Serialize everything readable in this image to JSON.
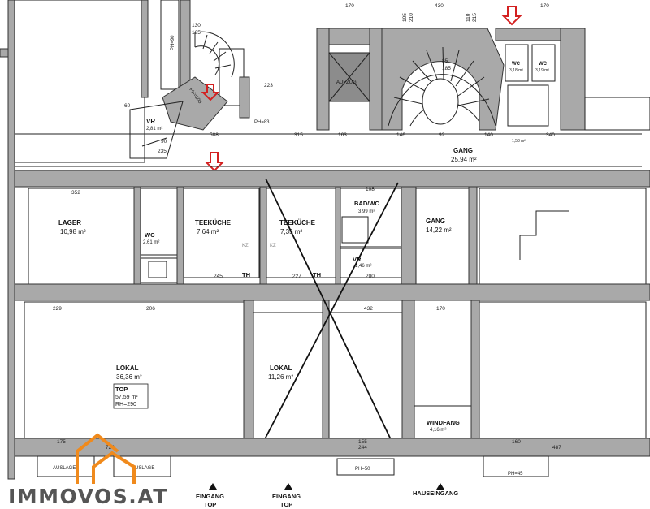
{
  "brand": {
    "name": "IMMOVOS.AT",
    "accent": "#f08a1c"
  },
  "rooms": {
    "lager": {
      "name": "LAGER",
      "area": "10,98 m²"
    },
    "wc_left": {
      "name": "WC",
      "area": "2,61 m²"
    },
    "teekueche1": {
      "name": "TEEKÜCHE",
      "area": "7,64 m²"
    },
    "teekueche2": {
      "name": "TEEKÜCHE",
      "area": "7,35 m²"
    },
    "bad_wc": {
      "name": "BAD/WC",
      "area": "3,99 m²"
    },
    "vr_small": {
      "name": "VR",
      "area": "1,46 m²"
    },
    "gang_mid": {
      "name": "GANG",
      "area": "14,22 m²"
    },
    "gang_top": {
      "name": "GANG",
      "area": "25,94 m²"
    },
    "lokal1": {
      "name": "LOKAL",
      "area": "36,36 m²"
    },
    "lokal2": {
      "name": "LOKAL",
      "area": "11,26 m²"
    },
    "windfang": {
      "name": "WINDFANG",
      "area": "4,16 m²"
    },
    "vr_top": {
      "name": "VR",
      "area": "2,81 m²"
    },
    "aufzug": {
      "name": "AUFZUG"
    },
    "wc_top1": {
      "name": "WC",
      "area": "3,18 m²"
    },
    "wc_top2": {
      "name": "WC",
      "area": "3,19 m²"
    },
    "small_area": {
      "area": "1,58 m²"
    }
  },
  "top": {
    "name": "TOP",
    "area": "57,59 m²",
    "rh": "RH=290"
  },
  "entrances": {
    "e1_line1": "EINGANG",
    "e1_line2": "TOP",
    "e2_line1": "EINGANG",
    "e2_line2": "TOP",
    "haus": "HAUSEINGANG"
  },
  "labels": {
    "auslage1": "AUSLAGE",
    "auslage2": "AUSLAGE",
    "th1": "TH",
    "th2": "TH",
    "kz1": "KZ",
    "kz2": "KZ",
    "ph50": "PH=50",
    "ph45": "PH=45",
    "ph83": "PH=83",
    "ph90": "PH=90",
    "ph105": "PH=105"
  },
  "dims": {
    "d170a": "170",
    "d430": "430",
    "d170b": "170",
    "d105": "105",
    "d210": "210",
    "d110": "110",
    "d215": "215",
    "d130": "130",
    "d165": "165",
    "d223": "223",
    "d588": "588",
    "d315": "315",
    "d163": "163",
    "d146": "146",
    "d92": "92",
    "d140": "140",
    "d340": "340",
    "d352": "352",
    "d245": "245",
    "d227": "227",
    "d108": "108",
    "d200": "200",
    "d229": "229",
    "d206": "206",
    "d432": "432",
    "d170c": "170",
    "d175": "175",
    "d728": "728",
    "d244": "244",
    "d155": "155",
    "d160": "160",
    "d487": "487",
    "d85": "85",
    "d185": "185",
    "d90": "90",
    "d235": "235",
    "d60": "60"
  }
}
